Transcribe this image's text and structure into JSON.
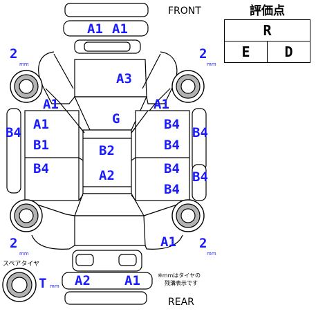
{
  "labels": {
    "front": "FRONT",
    "rear": "REAR",
    "spare_tire": "スペアタイヤ",
    "note_line1": "※mmはタイヤの",
    "note_line2": "残溝表示です",
    "mm": "mm"
  },
  "grade": {
    "title": "評価点",
    "overall": "R",
    "interior": "E",
    "exterior": "D"
  },
  "tires": {
    "front_left": "2",
    "front_right": "2",
    "rear_left": "2",
    "rear_right": "2",
    "spare": "T"
  },
  "codes": {
    "front_bumper_left": "A1",
    "front_bumper_right": "A1",
    "hood": "A3",
    "pillar_left": "A1",
    "pillar_right": "A1",
    "roof_front": "G",
    "roof_center": "B2",
    "roof_rear": "A2",
    "left_front_door_1": "A1",
    "left_front_door_2": "B1",
    "left_rear_door": "B4",
    "left_fender": "B4",
    "right_front_door_1": "B4",
    "right_front_door_2": "B4",
    "right_rear_door_1": "B4",
    "right_rear_door_2": "B4",
    "right_fender": "B4",
    "right_quarter": "B4",
    "rear_quarter_right": "A1",
    "rear_bumper_left": "A2",
    "rear_bumper_right": "A1"
  }
}
